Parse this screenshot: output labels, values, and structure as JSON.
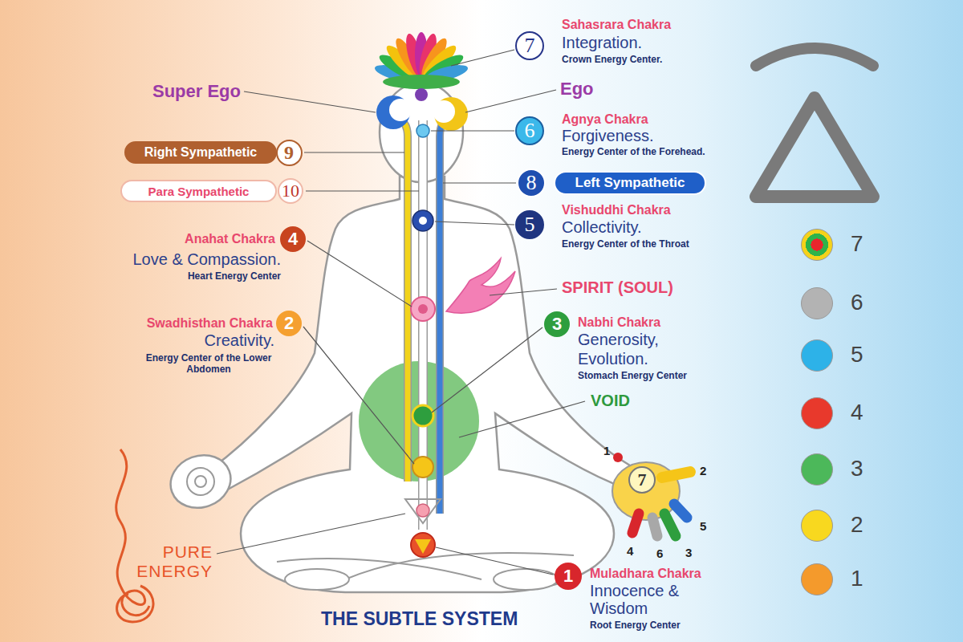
{
  "diagram": {
    "title": "THE SUBTLE SYSTEM",
    "nodes": [
      {
        "text": [
          "7"
        ]
      },
      {
        "text": [
          "6"
        ]
      },
      {
        "text": [
          "Right Sympathetic"
        ]
      },
      {
        "text": [
          "9"
        ]
      },
      {
        "text": [
          "8"
        ]
      },
      {
        "text": [
          "Left Sympathetic"
        ]
      },
      {
        "text": [
          "Para Sympathetic"
        ]
      },
      {
        "text": [
          "10"
        ]
      },
      {
        "text": [
          "5"
        ]
      },
      {
        "text": [
          "4"
        ]
      },
      {
        "text": [
          "2"
        ]
      },
      {
        "text": [
          "3"
        ]
      },
      {
        "text": [
          "7"
        ]
      },
      {
        "text": [
          "1"
        ]
      }
    ],
    "labels": [
      "Sahasrara Chakra",
      "Integration.",
      "Crown Energy Center.",
      "Super Ego",
      "Ego",
      "Agnya Chakra",
      "Forgiveness.",
      "Energy Center of the Forehead.",
      "Vishuddhi Chakra",
      "Collectivity.",
      "Energy Center of the Throat",
      "Anahat Chakra",
      "Love & Compassion.",
      "Heart Energy Center",
      "SPIRIT (SOUL)",
      "Swadhisthan Chakra",
      "Creativity.",
      "Energy Center of the Lower Abdomen",
      "Nabhi Chakra",
      "Generosity,",
      "Evolution.",
      "Stomach Energy Center",
      "VOID",
      "PURE ENERGY",
      "Muladhara Chakra",
      "Innocence & Wisdom",
      "Root Energy Center",
      "1",
      "2",
      "5",
      "4",
      "6",
      "3"
    ],
    "legend": [
      {
        "text": "7"
      },
      {
        "text": "6",
        "color": "#b3b3b3"
      },
      {
        "text": "5",
        "color": "#2db2e8"
      },
      {
        "text": "4",
        "color": "#e8392c"
      },
      {
        "text": "3",
        "color": "#4cb85a"
      },
      {
        "text": "2",
        "color": "#f8d81f"
      },
      {
        "text": "1",
        "color": "#f49a2c"
      }
    ]
  }
}
